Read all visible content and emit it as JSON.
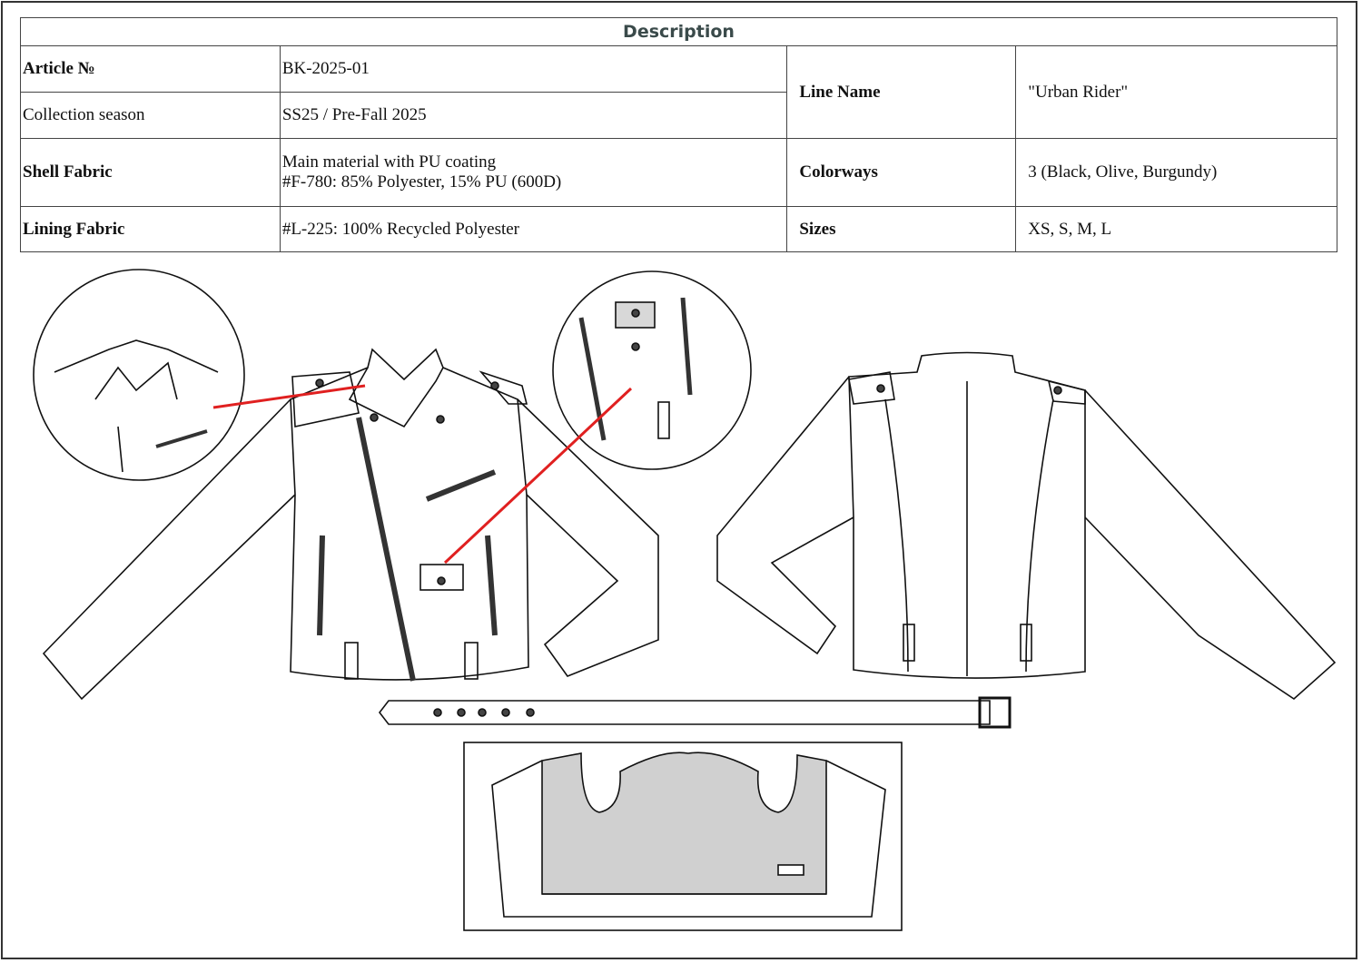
{
  "title": "Description",
  "rows": {
    "article_label": "Article №",
    "article_value": "BK-2025-01",
    "season_label": "Collection season",
    "season_value": "SS25 / Pre-Fall 2025",
    "line_label": "Line Name",
    "line_value": "\"Urban Rider\"",
    "shell_label": "Shell Fabric",
    "shell_value_1": "Main material with PU coating",
    "shell_value_2": "#F-780: 85% Polyester, 15% PU (600D)",
    "colorways_label": "Colorways",
    "colorways_value": "3 (Black, Olive, Burgundy)",
    "lining_label": "Lining Fabric",
    "lining_value": "#L-225: 100% Recycled Polyester",
    "sizes_label": "Sizes",
    "sizes_value": "XS, S, M, L"
  },
  "colors": {
    "callout": "#e02020",
    "lining": "#d0d0d0",
    "title": "#3a4a4a"
  }
}
